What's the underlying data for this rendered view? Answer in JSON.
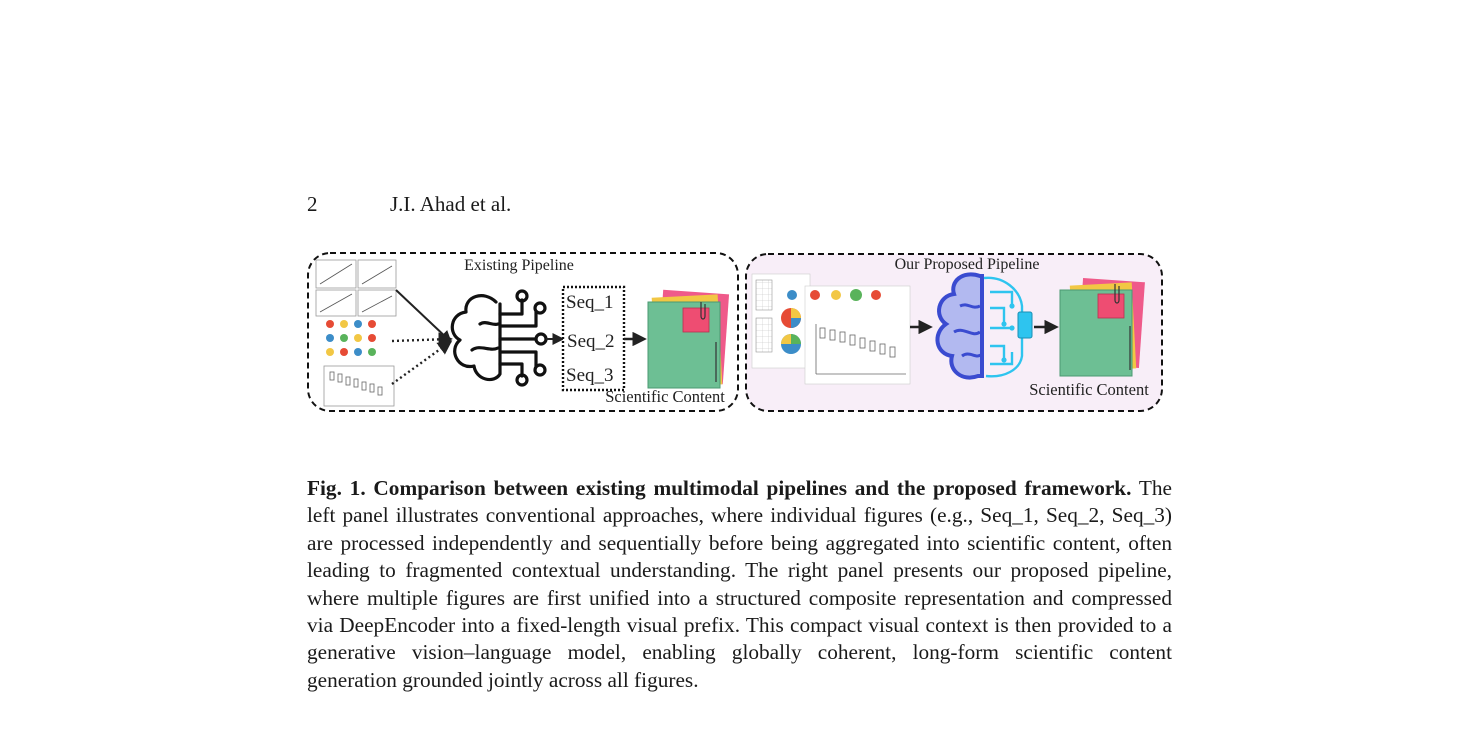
{
  "header": {
    "page_number": "2",
    "authors": "J.I. Ahad et al."
  },
  "figure": {
    "left_panel": {
      "title": "Existing Pipeline",
      "sequences": [
        "Seq_1",
        "Seq_2",
        "Seq_3"
      ],
      "output_label": "Scientific Content"
    },
    "right_panel": {
      "title": "Our Proposed Pipeline",
      "output_label": "Scientific Content"
    },
    "icons": [
      "brain-network-icon",
      "brain-chip-icon",
      "document-stack-icon",
      "chart-thumbnail-icon",
      "pie-chart-icon",
      "paperclip-icon"
    ],
    "colors": {
      "right_panel_bg": "#f8eef8",
      "brain_blue": "#3a4bd0",
      "chip_cyan": "#2ec4ef",
      "doc_green": "#6dbf94",
      "doc_yellow": "#f2c744",
      "doc_pink": "#ef5a8a",
      "note_pink": "#ee4d72"
    }
  },
  "caption": {
    "label": "Fig. 1.",
    "title": "Comparison between existing multimodal pipelines and the proposed framework.",
    "body": "The left panel illustrates conventional approaches, where individual fig­ures (e.g., Seq_1, Seq_2, Seq_3) are processed independently and sequentially before being aggregated into scientific content, often leading to fragmented contextual under­standing. The right panel presents our proposed pipeline, where multiple figures are first unified into a structured composite representation and compressed via DeepEn­coder into a fixed-length visual prefix. This compact visual context is then provided to a generative vision–language model, enabling globally coherent, long-form scientific content generation grounded jointly across all figures."
  }
}
